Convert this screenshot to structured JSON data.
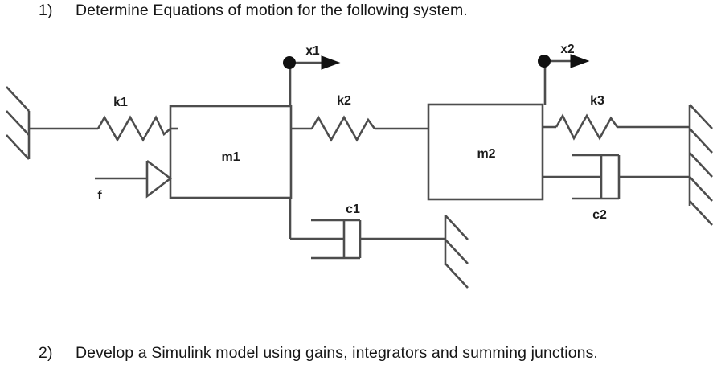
{
  "questions": [
    {
      "number": "1)",
      "text": "Determine Equations of motion for the following system."
    },
    {
      "number": "2)",
      "text": "Develop a Simulink model using gains, integrators and summing junctions."
    }
  ],
  "diagram": {
    "title": "two-degree-of-freedom mass-spring-damper system",
    "colors": {
      "line": "#4d4d4d",
      "text": "#1b1b1b",
      "marker": "#111111",
      "background": "#ffffff"
    },
    "masses": [
      {
        "id": "m1",
        "label": "m1"
      },
      {
        "id": "m2",
        "label": "m2"
      }
    ],
    "springs": [
      {
        "id": "k1",
        "label": "k1",
        "from": "ground-left",
        "to": "m1"
      },
      {
        "id": "k2",
        "label": "k2",
        "from": "m1",
        "to": "m2"
      },
      {
        "id": "k3",
        "label": "k3",
        "from": "m2",
        "to": "ground-right"
      }
    ],
    "dampers": [
      {
        "id": "c1",
        "label": "c1",
        "from": "m1",
        "to": "ground-bottom"
      },
      {
        "id": "c2",
        "label": "c2",
        "from": "m2",
        "to": "ground-right"
      }
    ],
    "displacements": [
      {
        "id": "x1",
        "label": "x1",
        "mass": "m1",
        "direction": "right"
      },
      {
        "id": "x2",
        "label": "x2",
        "mass": "m2",
        "direction": "right"
      }
    ],
    "forces": [
      {
        "id": "f",
        "label": "f",
        "applied_to": "m1",
        "direction": "right"
      }
    ]
  }
}
